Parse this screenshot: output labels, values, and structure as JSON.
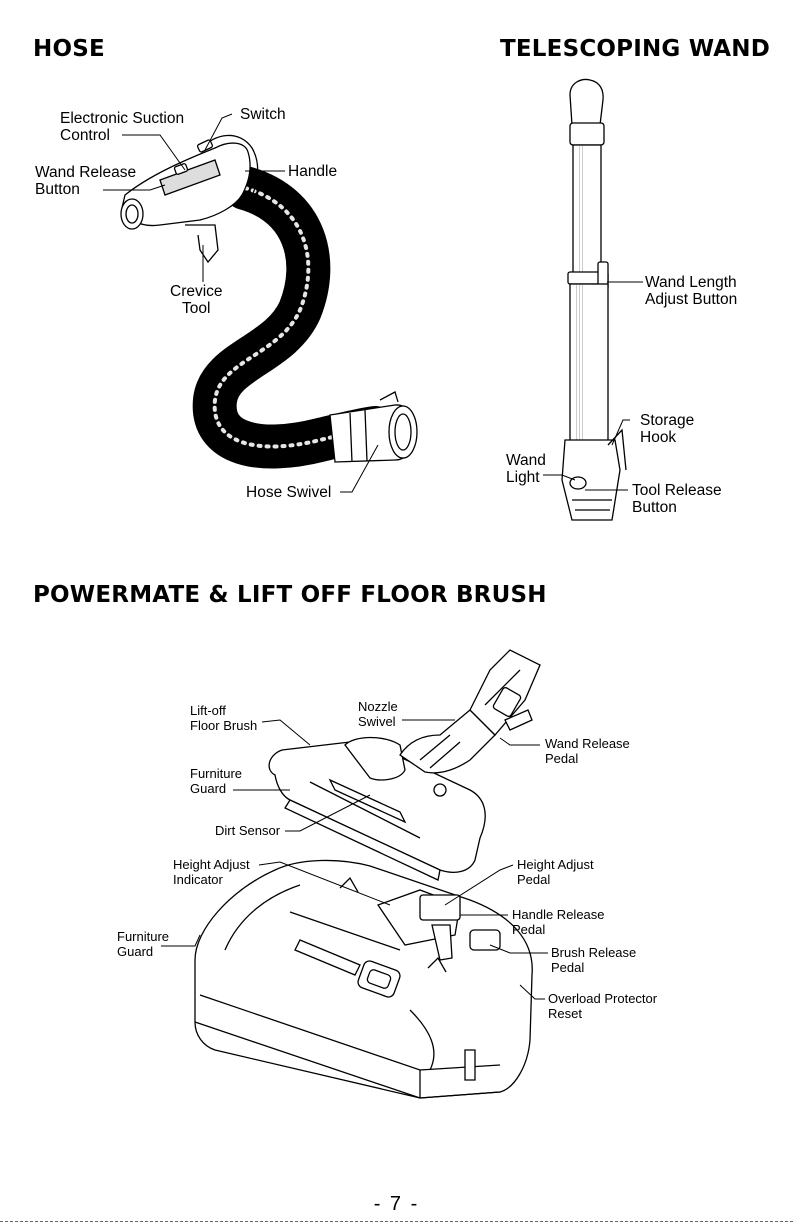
{
  "headings": {
    "hose": "HOSE",
    "wand": "TELESCOPING WAND",
    "powermate": "POWERMATE & LIFT OFF FLOOR BRUSH"
  },
  "hose_labels": {
    "electronic_suction_control": [
      "Electronic Suction",
      "Control"
    ],
    "switch": "Switch",
    "wand_release_button": [
      "Wand Release",
      "Button"
    ],
    "handle": "Handle",
    "crevice_tool": [
      "Crevice",
      "Tool"
    ],
    "hose_swivel": "Hose Swivel"
  },
  "wand_labels": {
    "wand_length_adjust_button": [
      "Wand Length",
      "Adjust Button"
    ],
    "storage_hook": [
      "Storage",
      "Hook"
    ],
    "wand_light": [
      "Wand",
      "Light"
    ],
    "tool_release_button": [
      "Tool Release",
      "Button"
    ]
  },
  "powermate_labels": {
    "lift_off_floor_brush": [
      "Lift-off",
      "Floor Brush"
    ],
    "nozzle_swivel": [
      "Nozzle",
      "Swivel"
    ],
    "wand_release_pedal": [
      "Wand Release",
      "Pedal"
    ],
    "furniture_guard_upper": [
      "Furniture",
      "Guard"
    ],
    "dirt_sensor": "Dirt Sensor",
    "height_adjust_indicator": [
      "Height Adjust",
      "Indicator"
    ],
    "height_adjust_pedal": [
      "Height Adjust",
      "Pedal"
    ],
    "handle_release_pedal": [
      "Handle Release",
      "Pedal"
    ],
    "furniture_guard_lower": [
      "Furniture",
      "Guard"
    ],
    "brush_release_pedal": [
      "Brush Release",
      "Pedal"
    ],
    "overload_protector_reset": [
      "Overload Protector",
      "Reset"
    ]
  },
  "footer": {
    "page_number": "- 7 -"
  }
}
